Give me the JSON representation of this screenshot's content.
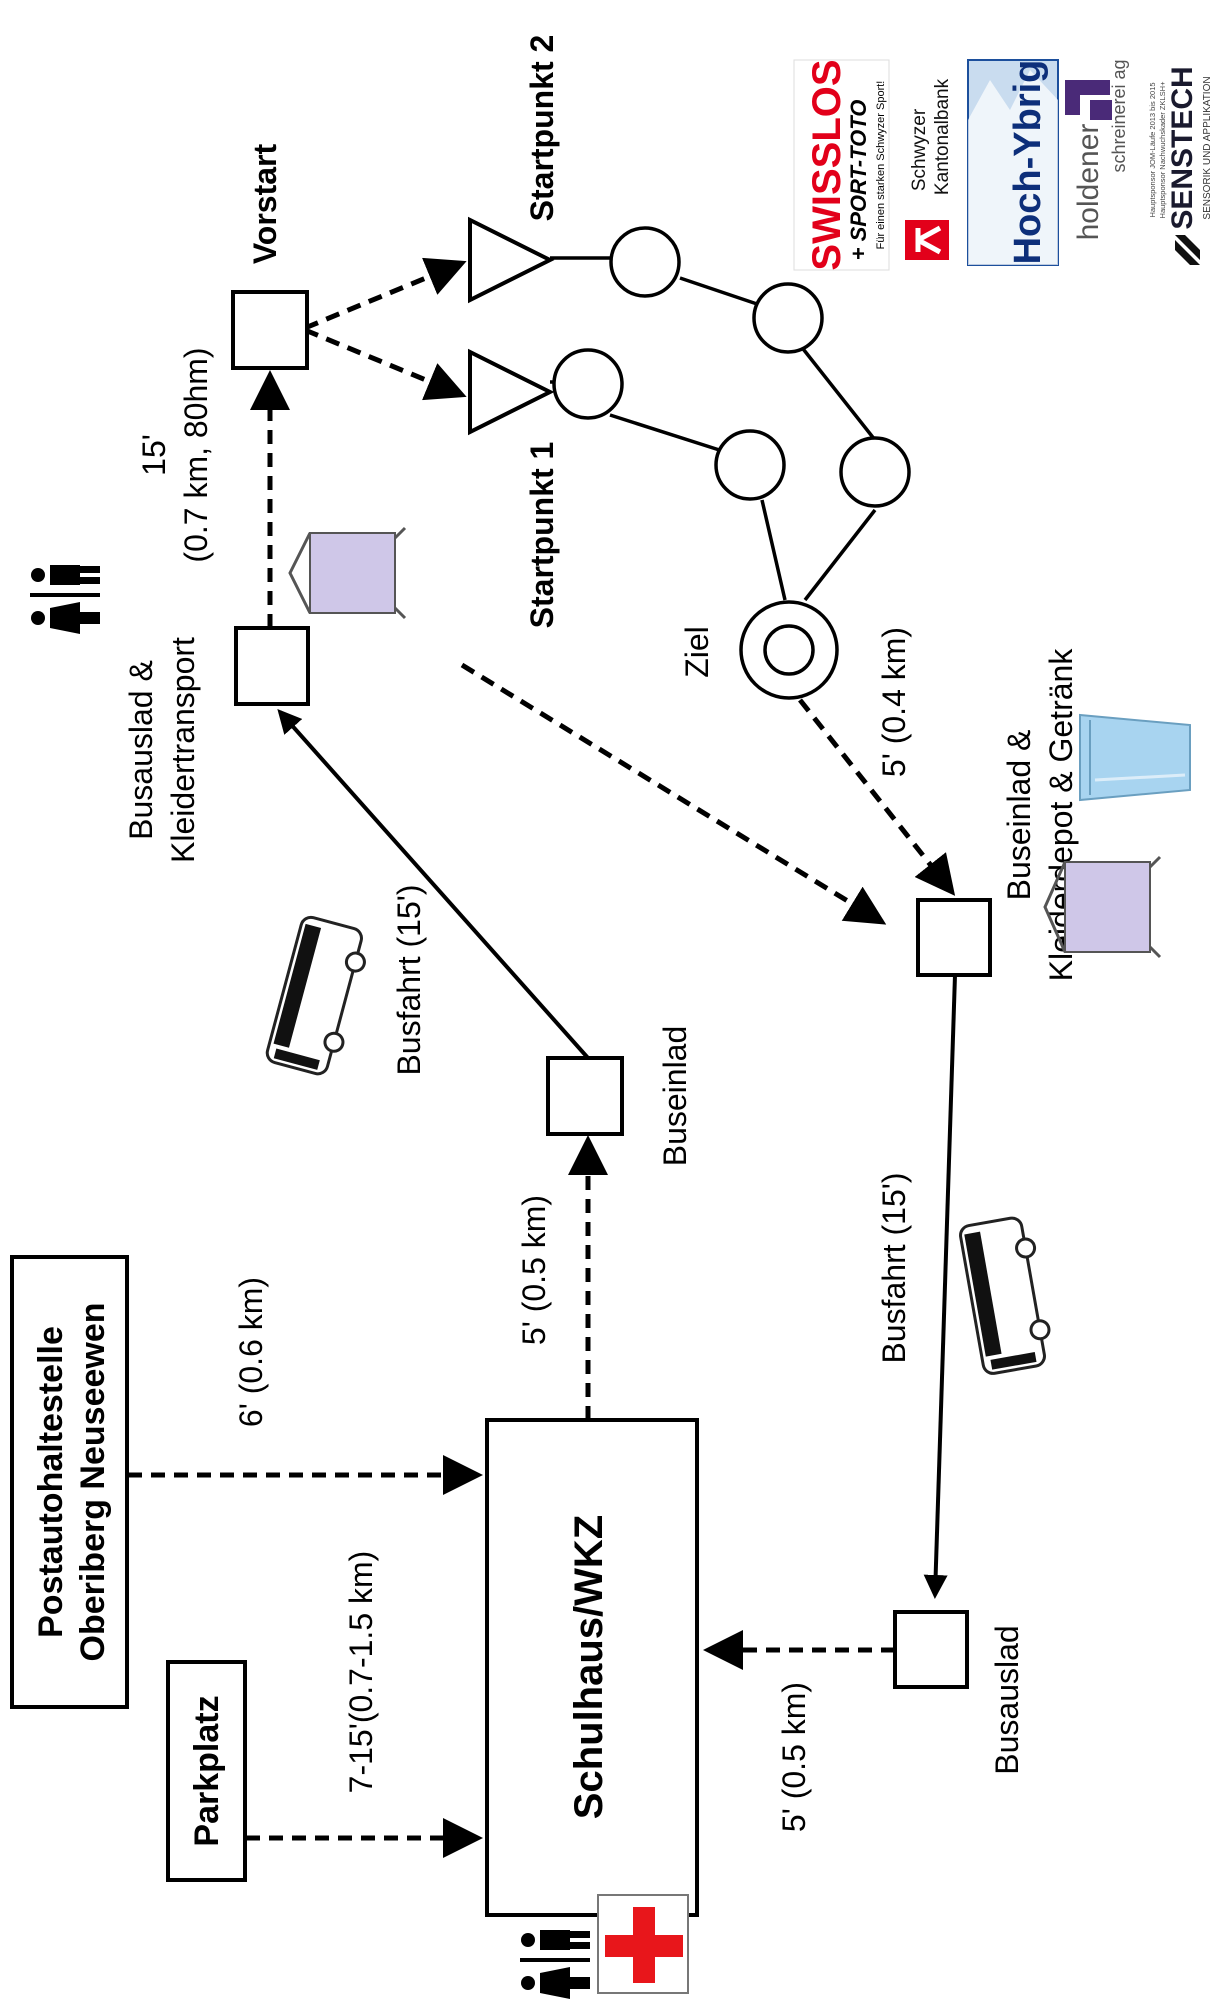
{
  "diagram": {
    "nodes": {
      "postauto": "Postautohaltestelle\nOberiberg Neuseewen",
      "parkplatz": "Parkplatz",
      "schulhaus": "Schulhaus/WKZ",
      "buseinlad": "Buseinlad",
      "busauslad_top": "Busauslad &\nKleidertransport",
      "vorstart": "Vorstart",
      "startpunkt1": "Startpunkt 1",
      "startpunkt2": "Startpunkt 2",
      "ziel": "Ziel",
      "buseinlad_kleider": "Buseinlad &\nKleiderdepot & Getränk",
      "busauslad_bottom": "Busauslad"
    },
    "edges": {
      "postauto_schulhaus": "6' (0.6 km)",
      "parkplatz_schulhaus": "7-15'(0.7-1.5 km)",
      "schulhaus_buseinlad": "5' (0.5 km)",
      "busfahrt_up": "Busfahrt (15')",
      "busauslad_vorstart": "15'\n(0.7 km, 80hm)",
      "ziel_buseinlad": "5' (0.4 km)",
      "busfahrt_down": "Busfahrt (15')",
      "busauslad_schulhaus": "5' (0.5 km)"
    }
  },
  "sponsors": {
    "swisslos": "SWISSLOS",
    "sporttoto": "+ SPORT-TOTO",
    "swisslos_tag": "Für einen starken Schwyzer Sport!",
    "skb_line1": "Schwyzer",
    "skb_line2": "Kantonalbank",
    "hochybrig": "Hoch-Ybrig",
    "holdener1": "holdener",
    "holdener2": "schreinerei ag",
    "holdener_note1": "Hauptsponsor JOM-Läufe 2013 bis 2015",
    "holdener_note2": "Hauptsponsor Nachwuchskader ZKLSH+",
    "senstech": "SENSTECH",
    "senstech_tag": "SENSORIK UND APPLIKATION"
  },
  "colors": {
    "red_cross": "#e8161b",
    "bag": "#cfc7e8",
    "cup": "#a8d4f0",
    "swisslos_red": "#e2001a"
  },
  "icons": [
    "toilet-icon",
    "first-aid-icon",
    "bag-icon",
    "bus-icon",
    "cup-icon"
  ]
}
